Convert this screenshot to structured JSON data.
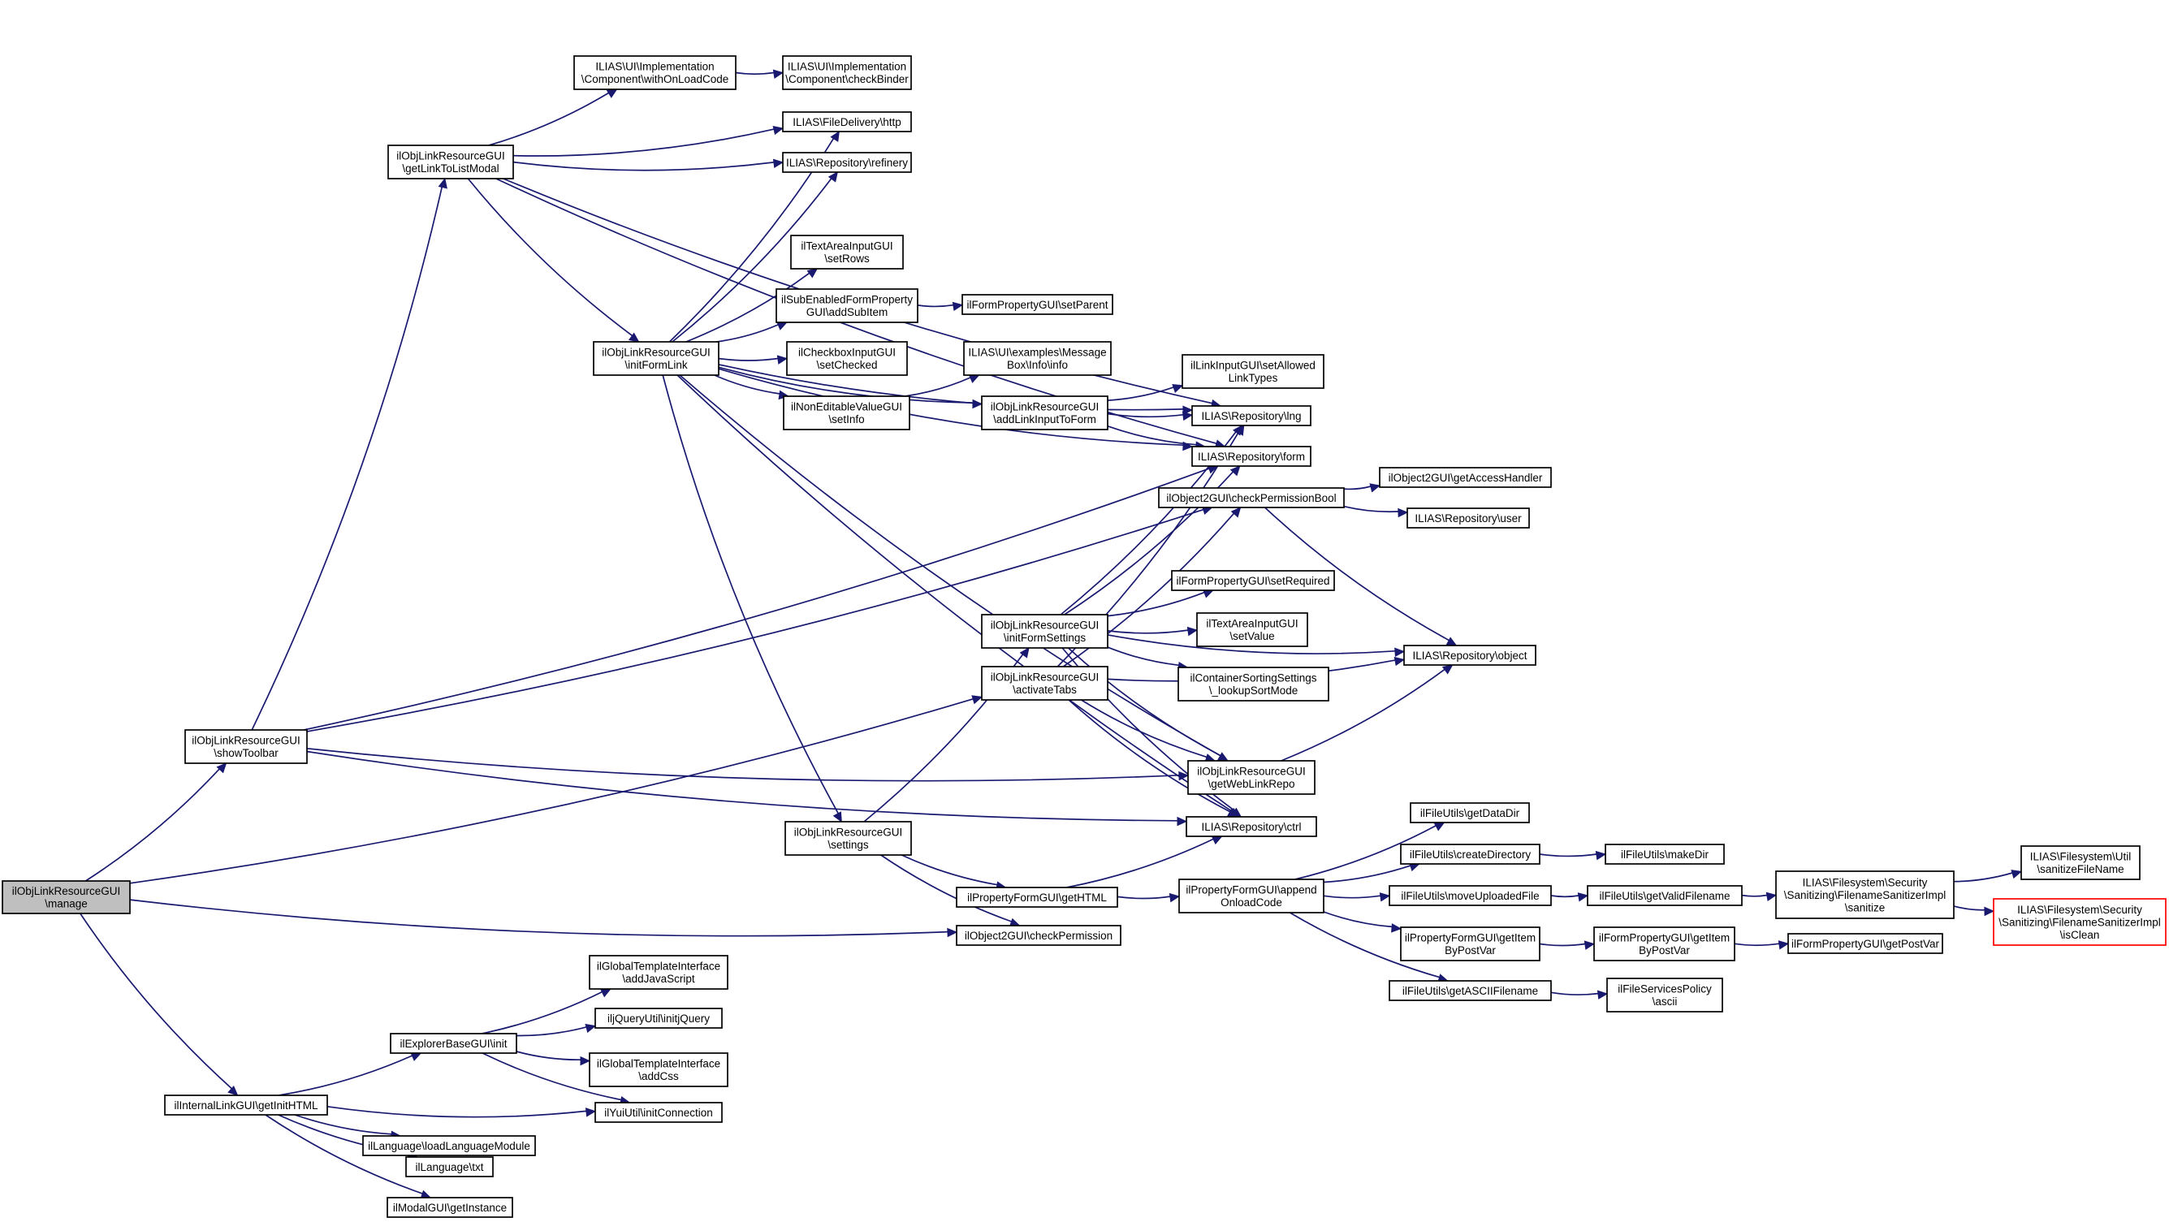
{
  "graph": {
    "nodes": [
      {
        "id": "manage",
        "lines": [
          "ilObjLinkResourceGUI",
          "\\manage"
        ],
        "root": true
      },
      {
        "id": "showToolbar",
        "lines": [
          "ilObjLinkResourceGUI",
          "\\showToolbar"
        ]
      },
      {
        "id": "getLinkToListModal",
        "lines": [
          "ilObjLinkResourceGUI",
          "\\getLinkToListModal"
        ]
      },
      {
        "id": "getInitHTML",
        "lines": [
          "ilInternalLinkGUI\\getInitHTML"
        ]
      },
      {
        "id": "withOnLoadCode",
        "lines": [
          "ILIAS\\UI\\Implementation",
          "\\Component\\withOnLoadCode"
        ]
      },
      {
        "id": "checkBinder",
        "lines": [
          "ILIAS\\UI\\Implementation",
          "\\Component\\checkBinder"
        ]
      },
      {
        "id": "http",
        "lines": [
          "ILIAS\\FileDelivery\\http"
        ]
      },
      {
        "id": "refinery",
        "lines": [
          "ILIAS\\Repository\\refinery"
        ]
      },
      {
        "id": "setRows",
        "lines": [
          "ilTextAreaInputGUI",
          "\\setRows"
        ]
      },
      {
        "id": "addSubItem",
        "lines": [
          "ilSubEnabledFormProperty",
          "GUI\\addSubItem"
        ]
      },
      {
        "id": "setParent",
        "lines": [
          "ilFormPropertyGUI\\setParent"
        ]
      },
      {
        "id": "initFormLink",
        "lines": [
          "ilObjLinkResourceGUI",
          "\\initFormLink"
        ]
      },
      {
        "id": "setChecked",
        "lines": [
          "ilCheckboxInputGUI",
          "\\setChecked"
        ]
      },
      {
        "id": "info",
        "lines": [
          "ILIAS\\UI\\examples\\Message",
          "Box\\Info\\info"
        ]
      },
      {
        "id": "setInfo",
        "lines": [
          "ilNonEditableValueGUI",
          "\\setInfo"
        ]
      },
      {
        "id": "addLinkInputToForm",
        "lines": [
          "ilObjLinkResourceGUI",
          "\\addLinkInputToForm"
        ]
      },
      {
        "id": "setAllowedLinkTypes",
        "lines": [
          "ilLinkInputGUI\\setAllowed",
          "LinkTypes"
        ]
      },
      {
        "id": "lng",
        "lines": [
          "ILIAS\\Repository\\lng"
        ]
      },
      {
        "id": "form",
        "lines": [
          "ILIAS\\Repository\\form"
        ]
      },
      {
        "id": "checkPermissionBool",
        "lines": [
          "ilObject2GUI\\checkPermissionBool"
        ]
      },
      {
        "id": "getAccessHandler",
        "lines": [
          "ilObject2GUI\\getAccessHandler"
        ]
      },
      {
        "id": "user",
        "lines": [
          "ILIAS\\Repository\\user"
        ]
      },
      {
        "id": "setRequired",
        "lines": [
          "ilFormPropertyGUI\\setRequired"
        ]
      },
      {
        "id": "setValue",
        "lines": [
          "ilTextAreaInputGUI",
          "\\setValue"
        ]
      },
      {
        "id": "initFormSettings",
        "lines": [
          "ilObjLinkResourceGUI",
          "\\initFormSettings"
        ]
      },
      {
        "id": "object",
        "lines": [
          "ILIAS\\Repository\\object"
        ]
      },
      {
        "id": "activateTabs",
        "lines": [
          "ilObjLinkResourceGUI",
          "\\activateTabs"
        ]
      },
      {
        "id": "lookupSortMode",
        "lines": [
          "ilContainerSortingSettings",
          "\\_lookupSortMode"
        ]
      },
      {
        "id": "getWebLinkRepo",
        "lines": [
          "ilObjLinkResourceGUI",
          "\\getWebLinkRepo"
        ]
      },
      {
        "id": "getDataDir",
        "lines": [
          "ilFileUtils\\getDataDir"
        ]
      },
      {
        "id": "settings",
        "lines": [
          "ilObjLinkResourceGUI",
          "\\settings"
        ]
      },
      {
        "id": "ctrl",
        "lines": [
          "ILIAS\\Repository\\ctrl"
        ]
      },
      {
        "id": "createDirectory",
        "lines": [
          "ilFileUtils\\createDirectory"
        ]
      },
      {
        "id": "makeDir",
        "lines": [
          "ilFileUtils\\makeDir"
        ]
      },
      {
        "id": "sanitizeFileName",
        "lines": [
          "ILIAS\\Filesystem\\Util",
          "\\sanitizeFileName"
        ]
      },
      {
        "id": "propGetHTML",
        "lines": [
          "ilPropertyFormGUI\\getHTML"
        ]
      },
      {
        "id": "appendOnloadCode",
        "lines": [
          "ilPropertyFormGUI\\append",
          "OnloadCode"
        ]
      },
      {
        "id": "moveUploadedFile",
        "lines": [
          "ilFileUtils\\moveUploadedFile"
        ]
      },
      {
        "id": "getValidFilename",
        "lines": [
          "ilFileUtils\\getValidFilename"
        ]
      },
      {
        "id": "sanitize",
        "lines": [
          "ILIAS\\Filesystem\\Security",
          "\\Sanitizing\\FilenameSanitizerImpl",
          "\\sanitize"
        ]
      },
      {
        "id": "isClean",
        "lines": [
          "ILIAS\\Filesystem\\Security",
          "\\Sanitizing\\FilenameSanitizerImpl",
          "\\isClean"
        ],
        "red": true
      },
      {
        "id": "checkPermission",
        "lines": [
          "ilObject2GUI\\checkPermission"
        ]
      },
      {
        "id": "propGetItemByPostVar",
        "lines": [
          "ilPropertyFormGUI\\getItem",
          "ByPostVar"
        ]
      },
      {
        "id": "formGetItemByPostVar",
        "lines": [
          "ilFormPropertyGUI\\getItem",
          "ByPostVar"
        ]
      },
      {
        "id": "getPostVar",
        "lines": [
          "ilFormPropertyGUI\\getPostVar"
        ]
      },
      {
        "id": "addJavaScript",
        "lines": [
          "ilGlobalTemplateInterface",
          "\\addJavaScript"
        ]
      },
      {
        "id": "getASCIIFilename",
        "lines": [
          "ilFileUtils\\getASCIIFilename"
        ]
      },
      {
        "id": "ascii",
        "lines": [
          "ilFileServicesPolicy",
          "\\ascii"
        ]
      },
      {
        "id": "initjQuery",
        "lines": [
          "iljQueryUtil\\initjQuery"
        ]
      },
      {
        "id": "explorerInit",
        "lines": [
          "ilExplorerBaseGUI\\init"
        ]
      },
      {
        "id": "addCss",
        "lines": [
          "ilGlobalTemplateInterface",
          "\\addCss"
        ]
      },
      {
        "id": "initConnection",
        "lines": [
          "ilYuiUtil\\initConnection"
        ]
      },
      {
        "id": "loadLanguageModule",
        "lines": [
          "ilLanguage\\loadLanguageModule"
        ]
      },
      {
        "id": "txt",
        "lines": [
          "ilLanguage\\txt"
        ]
      },
      {
        "id": "getInstance",
        "lines": [
          "ilModalGUI\\getInstance"
        ]
      }
    ],
    "edges": [
      [
        "manage",
        "showToolbar"
      ],
      [
        "manage",
        "getInitHTML"
      ],
      [
        "manage",
        "activateTabs"
      ],
      [
        "manage",
        "checkPermission"
      ],
      [
        "showToolbar",
        "getLinkToListModal"
      ],
      [
        "showToolbar",
        "form"
      ],
      [
        "showToolbar",
        "checkPermissionBool"
      ],
      [
        "showToolbar",
        "getWebLinkRepo"
      ],
      [
        "showToolbar",
        "ctrl"
      ],
      [
        "getLinkToListModal",
        "withOnLoadCode"
      ],
      [
        "getLinkToListModal",
        "http"
      ],
      [
        "getLinkToListModal",
        "refinery"
      ],
      [
        "getLinkToListModal",
        "lng"
      ],
      [
        "getLinkToListModal",
        "initFormLink"
      ],
      [
        "getLinkToListModal",
        "form"
      ],
      [
        "withOnLoadCode",
        "checkBinder"
      ],
      [
        "initFormLink",
        "http"
      ],
      [
        "initFormLink",
        "refinery"
      ],
      [
        "initFormLink",
        "setRows"
      ],
      [
        "initFormLink",
        "addSubItem"
      ],
      [
        "initFormLink",
        "setChecked"
      ],
      [
        "initFormLink",
        "setInfo"
      ],
      [
        "initFormLink",
        "addLinkInputToForm"
      ],
      [
        "initFormLink",
        "lng"
      ],
      [
        "initFormLink",
        "form"
      ],
      [
        "initFormLink",
        "getWebLinkRepo"
      ],
      [
        "initFormLink",
        "ctrl"
      ],
      [
        "initFormLink",
        "settings"
      ],
      [
        "addSubItem",
        "setParent"
      ],
      [
        "setInfo",
        "info"
      ],
      [
        "addLinkInputToForm",
        "setAllowedLinkTypes"
      ],
      [
        "addLinkInputToForm",
        "lng"
      ],
      [
        "addLinkInputToForm",
        "form"
      ],
      [
        "checkPermissionBool",
        "getAccessHandler"
      ],
      [
        "checkPermissionBool",
        "user"
      ],
      [
        "checkPermissionBool",
        "object"
      ],
      [
        "initFormSettings",
        "lng"
      ],
      [
        "initFormSettings",
        "form"
      ],
      [
        "initFormSettings",
        "setRequired"
      ],
      [
        "initFormSettings",
        "setValue"
      ],
      [
        "initFormSettings",
        "lookupSortMode"
      ],
      [
        "initFormSettings",
        "getWebLinkRepo"
      ],
      [
        "initFormSettings",
        "ctrl"
      ],
      [
        "initFormSettings",
        "object"
      ],
      [
        "activateTabs",
        "lng"
      ],
      [
        "activateTabs",
        "checkPermissionBool"
      ],
      [
        "activateTabs",
        "object"
      ],
      [
        "activateTabs",
        "getWebLinkRepo"
      ],
      [
        "activateTabs",
        "ctrl"
      ],
      [
        "getWebLinkRepo",
        "object"
      ],
      [
        "settings",
        "initFormSettings"
      ],
      [
        "settings",
        "propGetHTML"
      ],
      [
        "settings",
        "checkPermission"
      ],
      [
        "propGetHTML",
        "ctrl"
      ],
      [
        "propGetHTML",
        "appendOnloadCode"
      ],
      [
        "appendOnloadCode",
        "getDataDir"
      ],
      [
        "appendOnloadCode",
        "createDirectory"
      ],
      [
        "appendOnloadCode",
        "moveUploadedFile"
      ],
      [
        "appendOnloadCode",
        "propGetItemByPostVar"
      ],
      [
        "appendOnloadCode",
        "getASCIIFilename"
      ],
      [
        "createDirectory",
        "makeDir"
      ],
      [
        "moveUploadedFile",
        "getValidFilename"
      ],
      [
        "getValidFilename",
        "sanitize"
      ],
      [
        "sanitize",
        "sanitizeFileName"
      ],
      [
        "sanitize",
        "isClean"
      ],
      [
        "propGetItemByPostVar",
        "formGetItemByPostVar"
      ],
      [
        "formGetItemByPostVar",
        "getPostVar"
      ],
      [
        "getASCIIFilename",
        "ascii"
      ],
      [
        "getInitHTML",
        "explorerInit"
      ],
      [
        "getInitHTML",
        "initConnection"
      ],
      [
        "getInitHTML",
        "loadLanguageModule"
      ],
      [
        "getInitHTML",
        "txt"
      ],
      [
        "getInitHTML",
        "getInstance"
      ],
      [
        "explorerInit",
        "addJavaScript"
      ],
      [
        "explorerInit",
        "initjQuery"
      ],
      [
        "explorerInit",
        "addCss"
      ],
      [
        "explorerInit",
        "initConnection"
      ]
    ]
  }
}
